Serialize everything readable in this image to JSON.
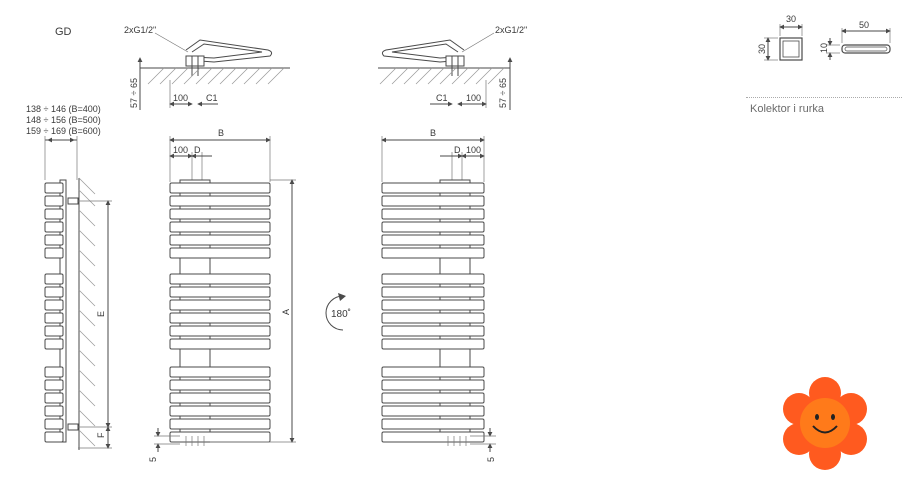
{
  "title": "GD",
  "labels": {
    "connection": "2xG1/2\"",
    "dim_100": "100",
    "dim_c1": "C1",
    "dim_57_65": "57 ÷ 65",
    "dim_b": "B",
    "dim_d": "D",
    "dim_a": "A",
    "dim_e": "E",
    "dim_f": "F",
    "dim_5": "5",
    "rotation": "180˚",
    "depth_400": "138 ÷ 146 (B=400)",
    "depth_500": "148 ÷ 156 (B=500)",
    "depth_600": "159 ÷ 169 (B=600)"
  },
  "profiles": {
    "collector_width": "30",
    "collector_height": "30",
    "tube_width": "50",
    "tube_height": "10",
    "caption": "Kolektor i rurka"
  },
  "colors": {
    "line": "#4a4a4a",
    "flower_petals": "#ff5a1f",
    "flower_center": "#ff7a1a"
  },
  "icons": [
    "smiling-flower-icon",
    "rotation-arrow-icon"
  ]
}
